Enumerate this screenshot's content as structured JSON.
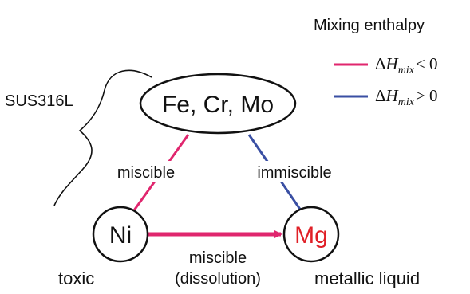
{
  "legend": {
    "title": "Mixing enthalpy",
    "negative": {
      "delta": "Δ",
      "symbol": "H",
      "subscript": "mix",
      "relation": "< 0",
      "color": "#e0266e"
    },
    "positive": {
      "delta": "Δ",
      "symbol": "H",
      "subscript": "mix",
      "relation": "> 0",
      "color": "#3a4fa3"
    }
  },
  "group": {
    "label": "SUS316L"
  },
  "nodes": {
    "alloy": {
      "label": "Fe, Cr, Mo"
    },
    "ni": {
      "label": "Ni",
      "note": "toxic"
    },
    "mg": {
      "label": "Mg",
      "note": "metallic liquid",
      "color": "#e01f26"
    }
  },
  "edges": {
    "alloy_ni": {
      "label": "miscible"
    },
    "alloy_mg": {
      "label": "immiscible"
    },
    "ni_mg": {
      "label_line1": "miscible",
      "label_line2": "(dissolution)"
    }
  }
}
